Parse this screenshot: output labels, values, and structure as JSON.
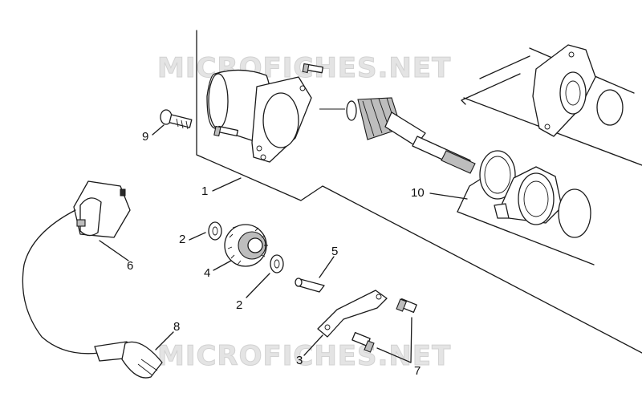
{
  "watermark": {
    "text": "MICROFICHES.NET"
  },
  "callouts": {
    "c1": "1",
    "c2a": "2",
    "c2b": "2",
    "c3": "3",
    "c4": "4",
    "c5": "5",
    "c6": "6",
    "c7": "7",
    "c8": "8",
    "c9": "9",
    "c10": "10"
  }
}
